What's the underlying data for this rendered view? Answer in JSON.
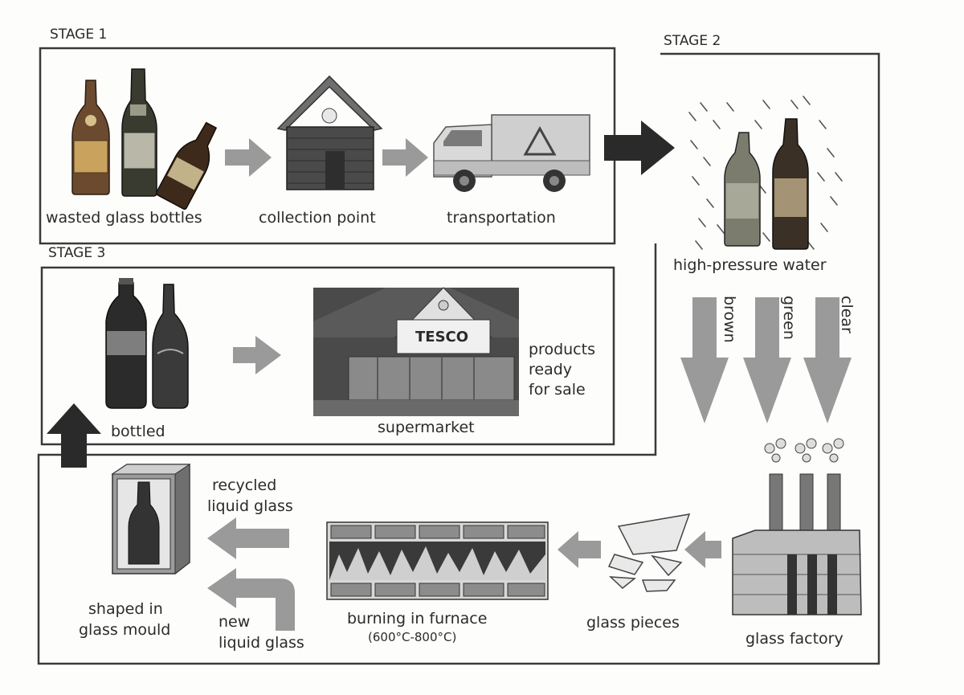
{
  "stages": {
    "stage1": "STAGE 1",
    "stage2": "STAGE 2",
    "stage3": "STAGE 3"
  },
  "labels": {
    "wasted_glass_bottles": "wasted glass bottles",
    "collection_point": "collection point",
    "transportation": "transportation",
    "high_pressure_water": "high-pressure water",
    "brown": "brown",
    "green": "green",
    "clear": "clear",
    "glass_factory": "glass factory",
    "glass_pieces": "glass pieces",
    "burning_in_furnace": "burning in furnace",
    "furnace_temp": "(600°C-800°C)",
    "recycled_liquid_glass": [
      "recycled",
      "liquid glass"
    ],
    "new_liquid_glass": [
      "new",
      "liquid glass"
    ],
    "shaped_in_glass_mould": [
      "shaped in",
      "glass mould"
    ],
    "bottled": "bottled",
    "supermarket": "supermarket",
    "store_sign": "TESCO",
    "products_ready_for_sale": [
      "products",
      "ready",
      "for sale"
    ]
  },
  "colors": {
    "arrow_grey": "#9a9a9a",
    "arrow_dark": "#2a2a2a",
    "frame": "#3a3a3a"
  }
}
